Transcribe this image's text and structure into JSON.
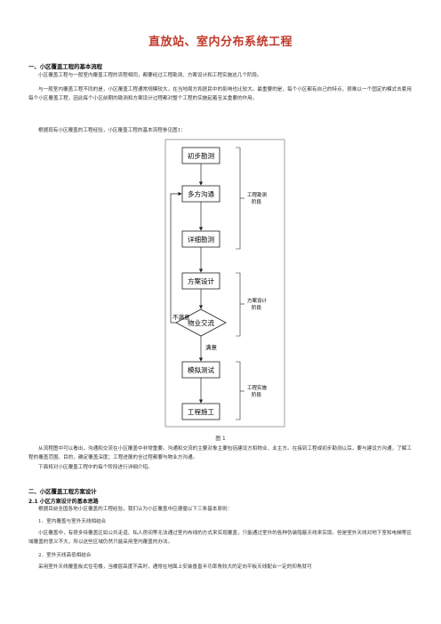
{
  "doc": {
    "title": "直放站、室内分布系统工程",
    "section1": {
      "heading": "一、小区覆盖工程的基本流程",
      "p1": "小区覆盖工程与一般室内覆盖工程的流程相同，都要经过工程勘测、方案设计和工程实施这几个阶段。",
      "p2": "与一般室内覆盖工程不同的是，小区覆盖工程通常规模较大，在当地局方和居民中的影响也比较大。最重要的是，每个小区都有自己的特点，很难以一个固定的模式去套用每个小区覆盖工程，因此每个小区前期的勘测和方案设计过程都对整个工程的实施起着至关重要的作用。",
      "p3": "根据现有小区覆盖的工程经验，小区覆盖工程的基本流程参见图1：",
      "p4": "从流程图中可以看出，沟通和交流在小区覆盖中非常重要。沟通和交流的主要对象主要包括建设方和物业、业主方。在接到工程或初步勘测以后，要与建设方沟通，了解工程的覆盖范围、目的，确定覆盖深度；工程进展的全过程都要与物业方沟通。",
      "p5": "下面将对小区覆盖工程中的每个阶段进行详细介绍。"
    },
    "flowchart": {
      "steps": [
        "初步勘测",
        "多方沟通",
        "详细勘测",
        "方案设计",
        "物业交流",
        "模拟测试",
        "工程施工"
      ],
      "stage_labels": [
        [
          "工程勘测",
          "阶段"
        ],
        [
          "方案设计",
          "阶段"
        ],
        [
          "工程实施",
          "阶段"
        ]
      ],
      "edge_no": "不满意",
      "edge_yes": "满意",
      "caption": "图 1"
    },
    "section2": {
      "heading": "二、小区覆盖工程方案设计",
      "sub_heading": "2.1 小区方案设计的基本思路",
      "p1": "根据目前全国各地小区覆盖的工程经验，我们认为小区覆盖中应遵循以下三条基本原则：",
      "item1": "1．室内覆盖与室外天线相结合",
      "p2": "小区覆盖中，有很多待覆盖区如公共走道、私人房间等无法通过室内布线的方式来实现覆盖，只能通过室外的各种伪装隐蔽天线来实现。但是室外天线对地下室和电梯等区域覆盖的意义不大，所以这些区域仍然只能采用室内覆盖的办法。",
      "item2": "2．室外天线高低相结合",
      "p3": "采用室外天线覆盖板式住宅楼，当楼层高度不高时，通常在地面上安装垂直半功率角较大的定向平板天线配合一定的仰角就可"
    }
  }
}
